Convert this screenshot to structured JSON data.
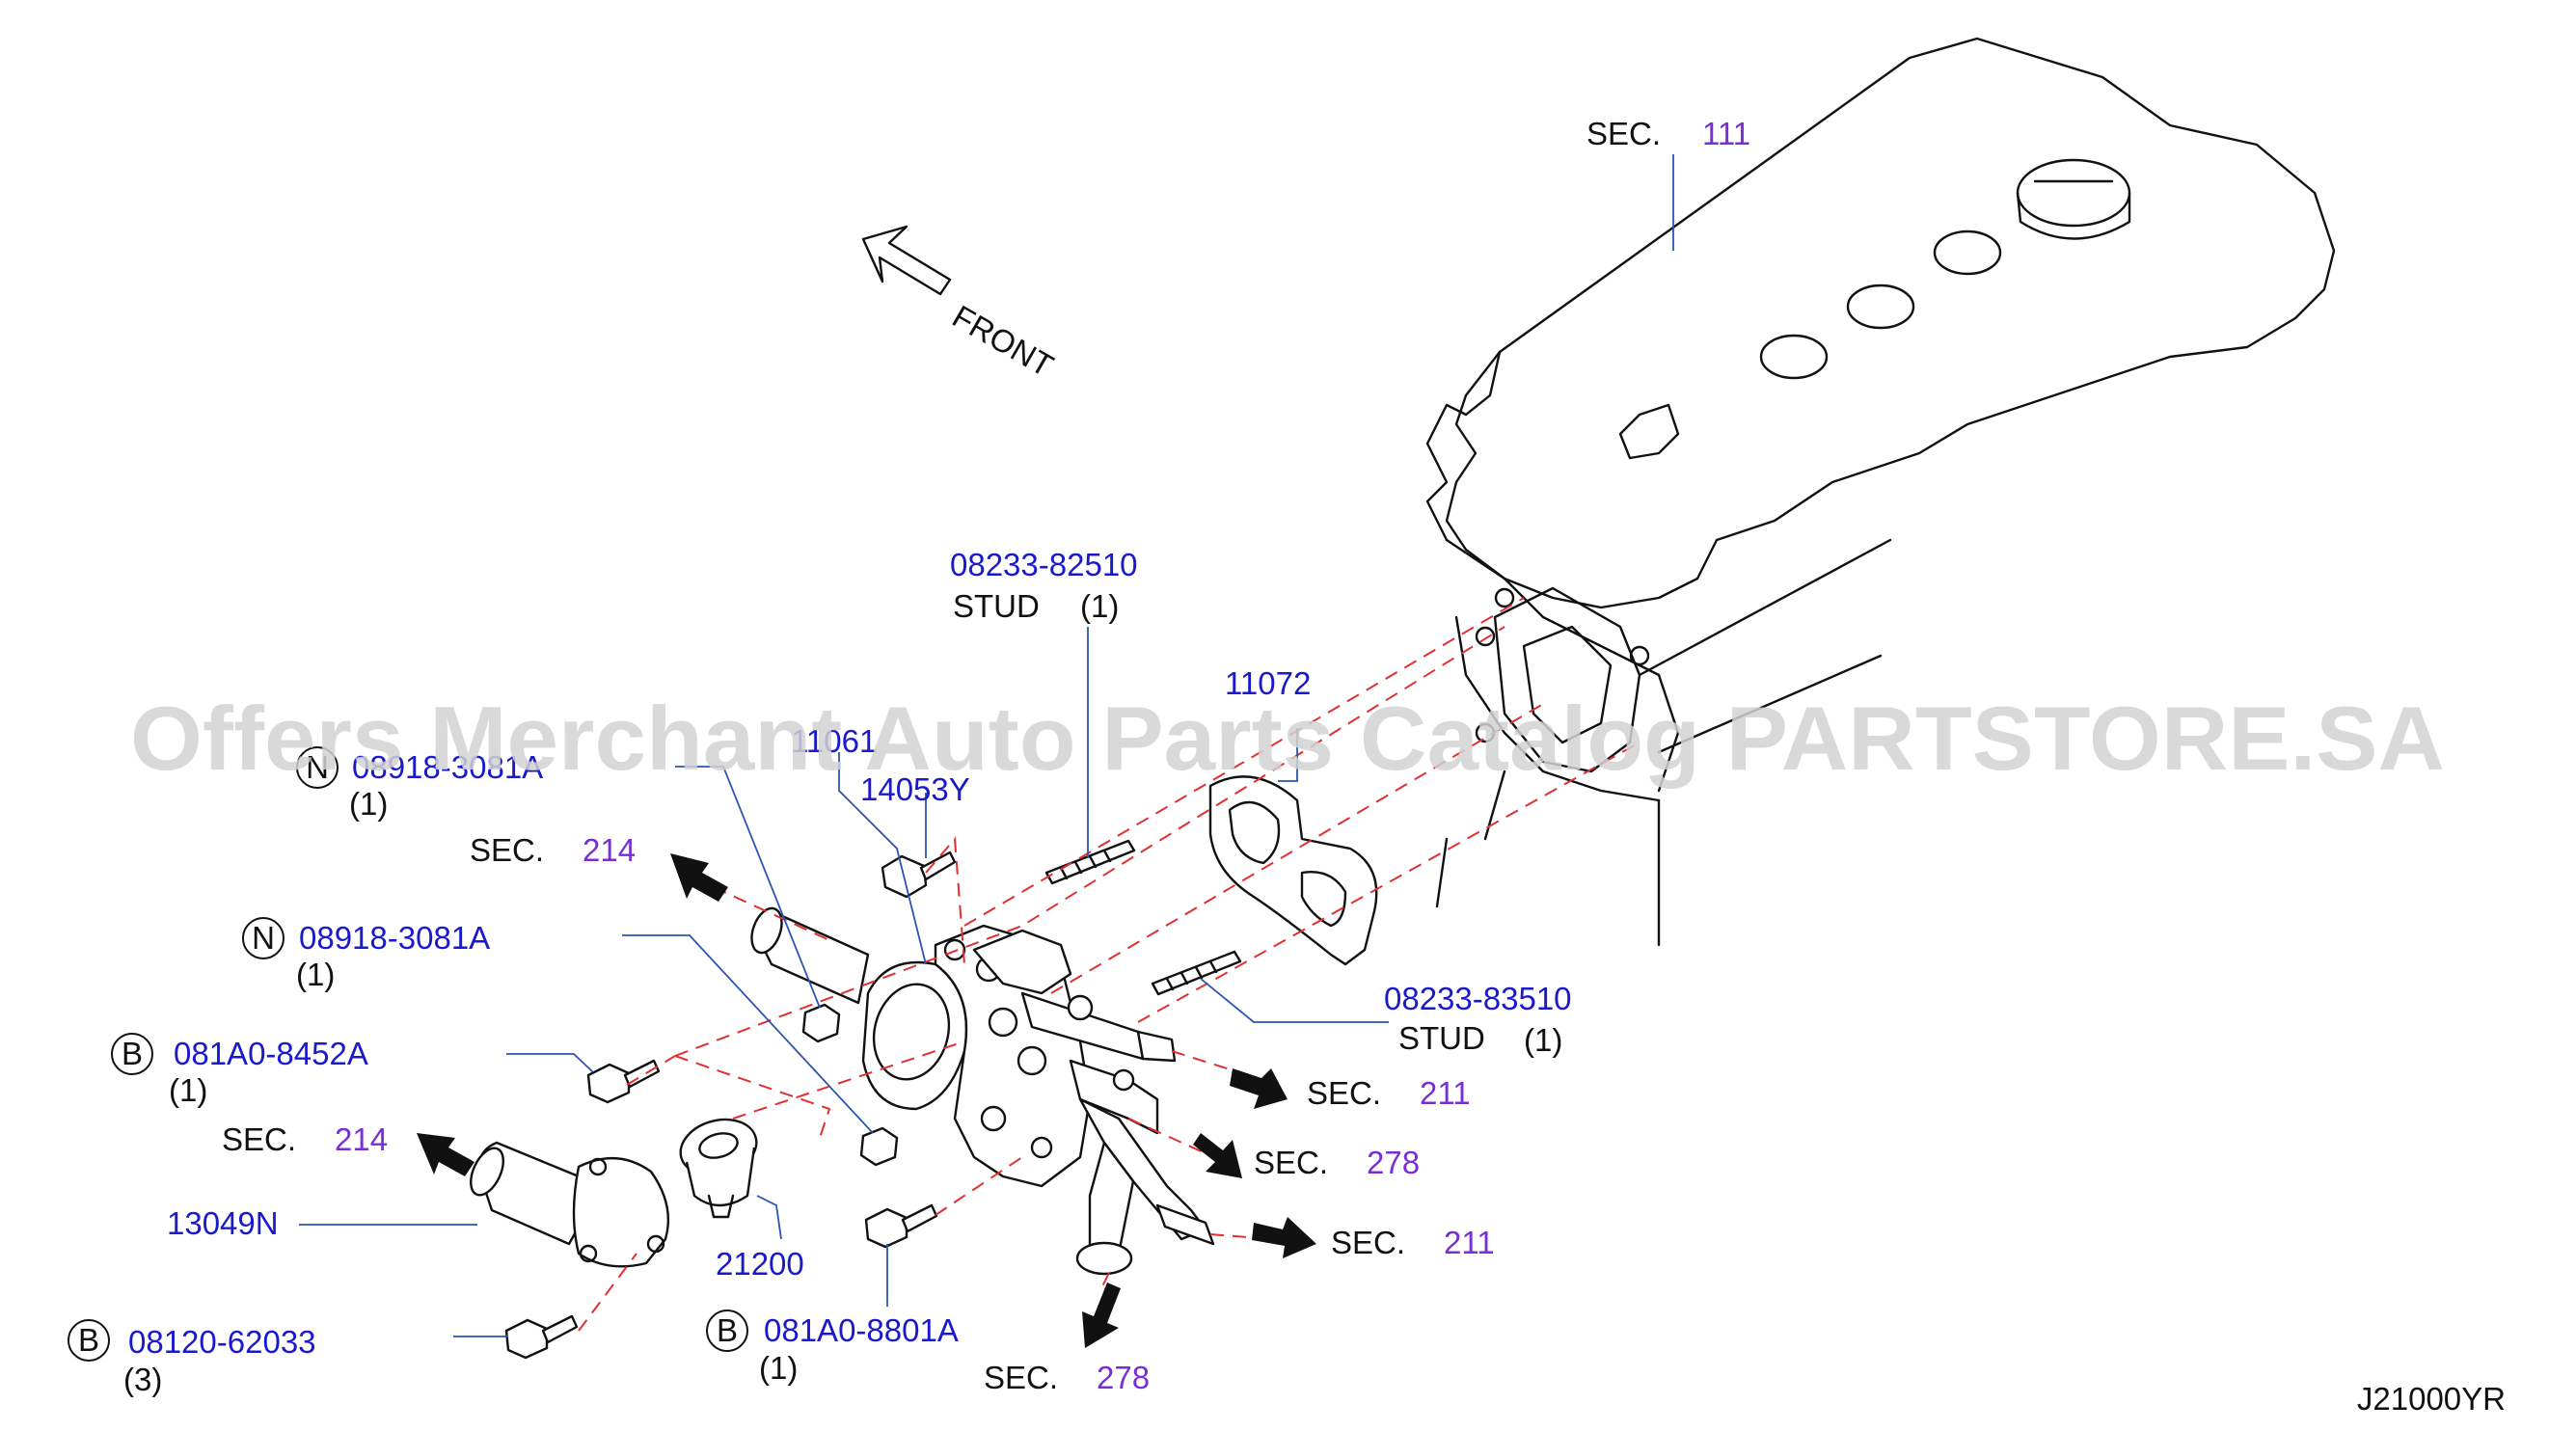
{
  "watermark": "Offers Merchant Auto Parts Catalog PARTSTORE.SA",
  "diagram_code": "J21000YR",
  "front_label": "FRONT",
  "sec_prefix": "SEC.",
  "sections": {
    "s111": "111",
    "s214_top": "214",
    "s214_left": "214",
    "s211_a": "211",
    "s211_b": "211",
    "s278_a": "278",
    "s278_b": "278"
  },
  "parts": {
    "stud_top": {
      "number": "08233-82510",
      "name": "STUD",
      "qty": "(1)"
    },
    "stud_right": {
      "number": "08233-83510",
      "name": "STUD",
      "qty": "(1)"
    },
    "gasket": {
      "number": "11072"
    },
    "housing": {
      "number": "11061"
    },
    "bolt_14053y": {
      "number": "14053Y"
    },
    "nut_top": {
      "prefix": "N",
      "number": "08918-3081A",
      "qty": "(1)"
    },
    "nut_mid": {
      "prefix": "N",
      "number": "08918-3081A",
      "qty": "(1)"
    },
    "bolt_8452a": {
      "prefix": "B",
      "number": "081A0-8452A",
      "qty": "(1)"
    },
    "bolt_8801a": {
      "prefix": "B",
      "number": "081A0-8801A",
      "qty": "(1)"
    },
    "bolt_62033": {
      "prefix": "B",
      "number": "08120-62033",
      "qty": "(3)"
    },
    "water_inlet": {
      "number": "13049N"
    },
    "thermostat": {
      "number": "21200"
    }
  },
  "colors": {
    "part_number": "#1a1acc",
    "section_number": "#7a2fd6",
    "guide_line": "#e03030",
    "leader": "#2a55b0"
  }
}
